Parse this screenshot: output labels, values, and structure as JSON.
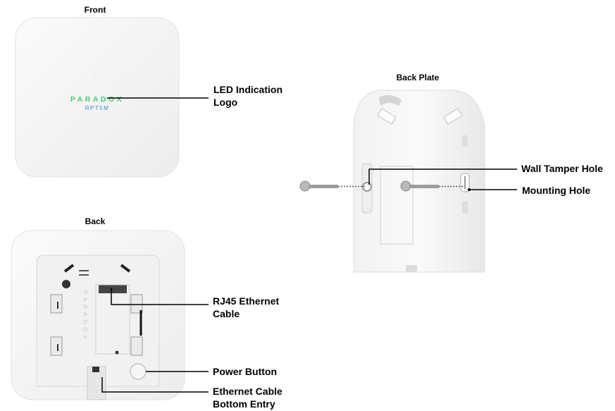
{
  "front": {
    "title": "Front",
    "logo_text": "PARADOX",
    "logo_subtext": "RPT5M"
  },
  "back": {
    "title": "Back",
    "side_logo_text": "PARADOX"
  },
  "back_plate": {
    "title": "Back Plate"
  },
  "callouts": {
    "led": "LED Indication\nLogo",
    "rj45": "RJ45 Ethernet\nCable",
    "power": "Power Button",
    "ethernet_bottom": "Ethernet Cable\nBottom Entry",
    "wall_tamper": "Wall Tamper Hole",
    "mounting": "Mounting Hole"
  },
  "colors": {
    "logo_green": "#3ecf6e",
    "logo_blue": "#3a8fd6",
    "leader": "#000000"
  }
}
